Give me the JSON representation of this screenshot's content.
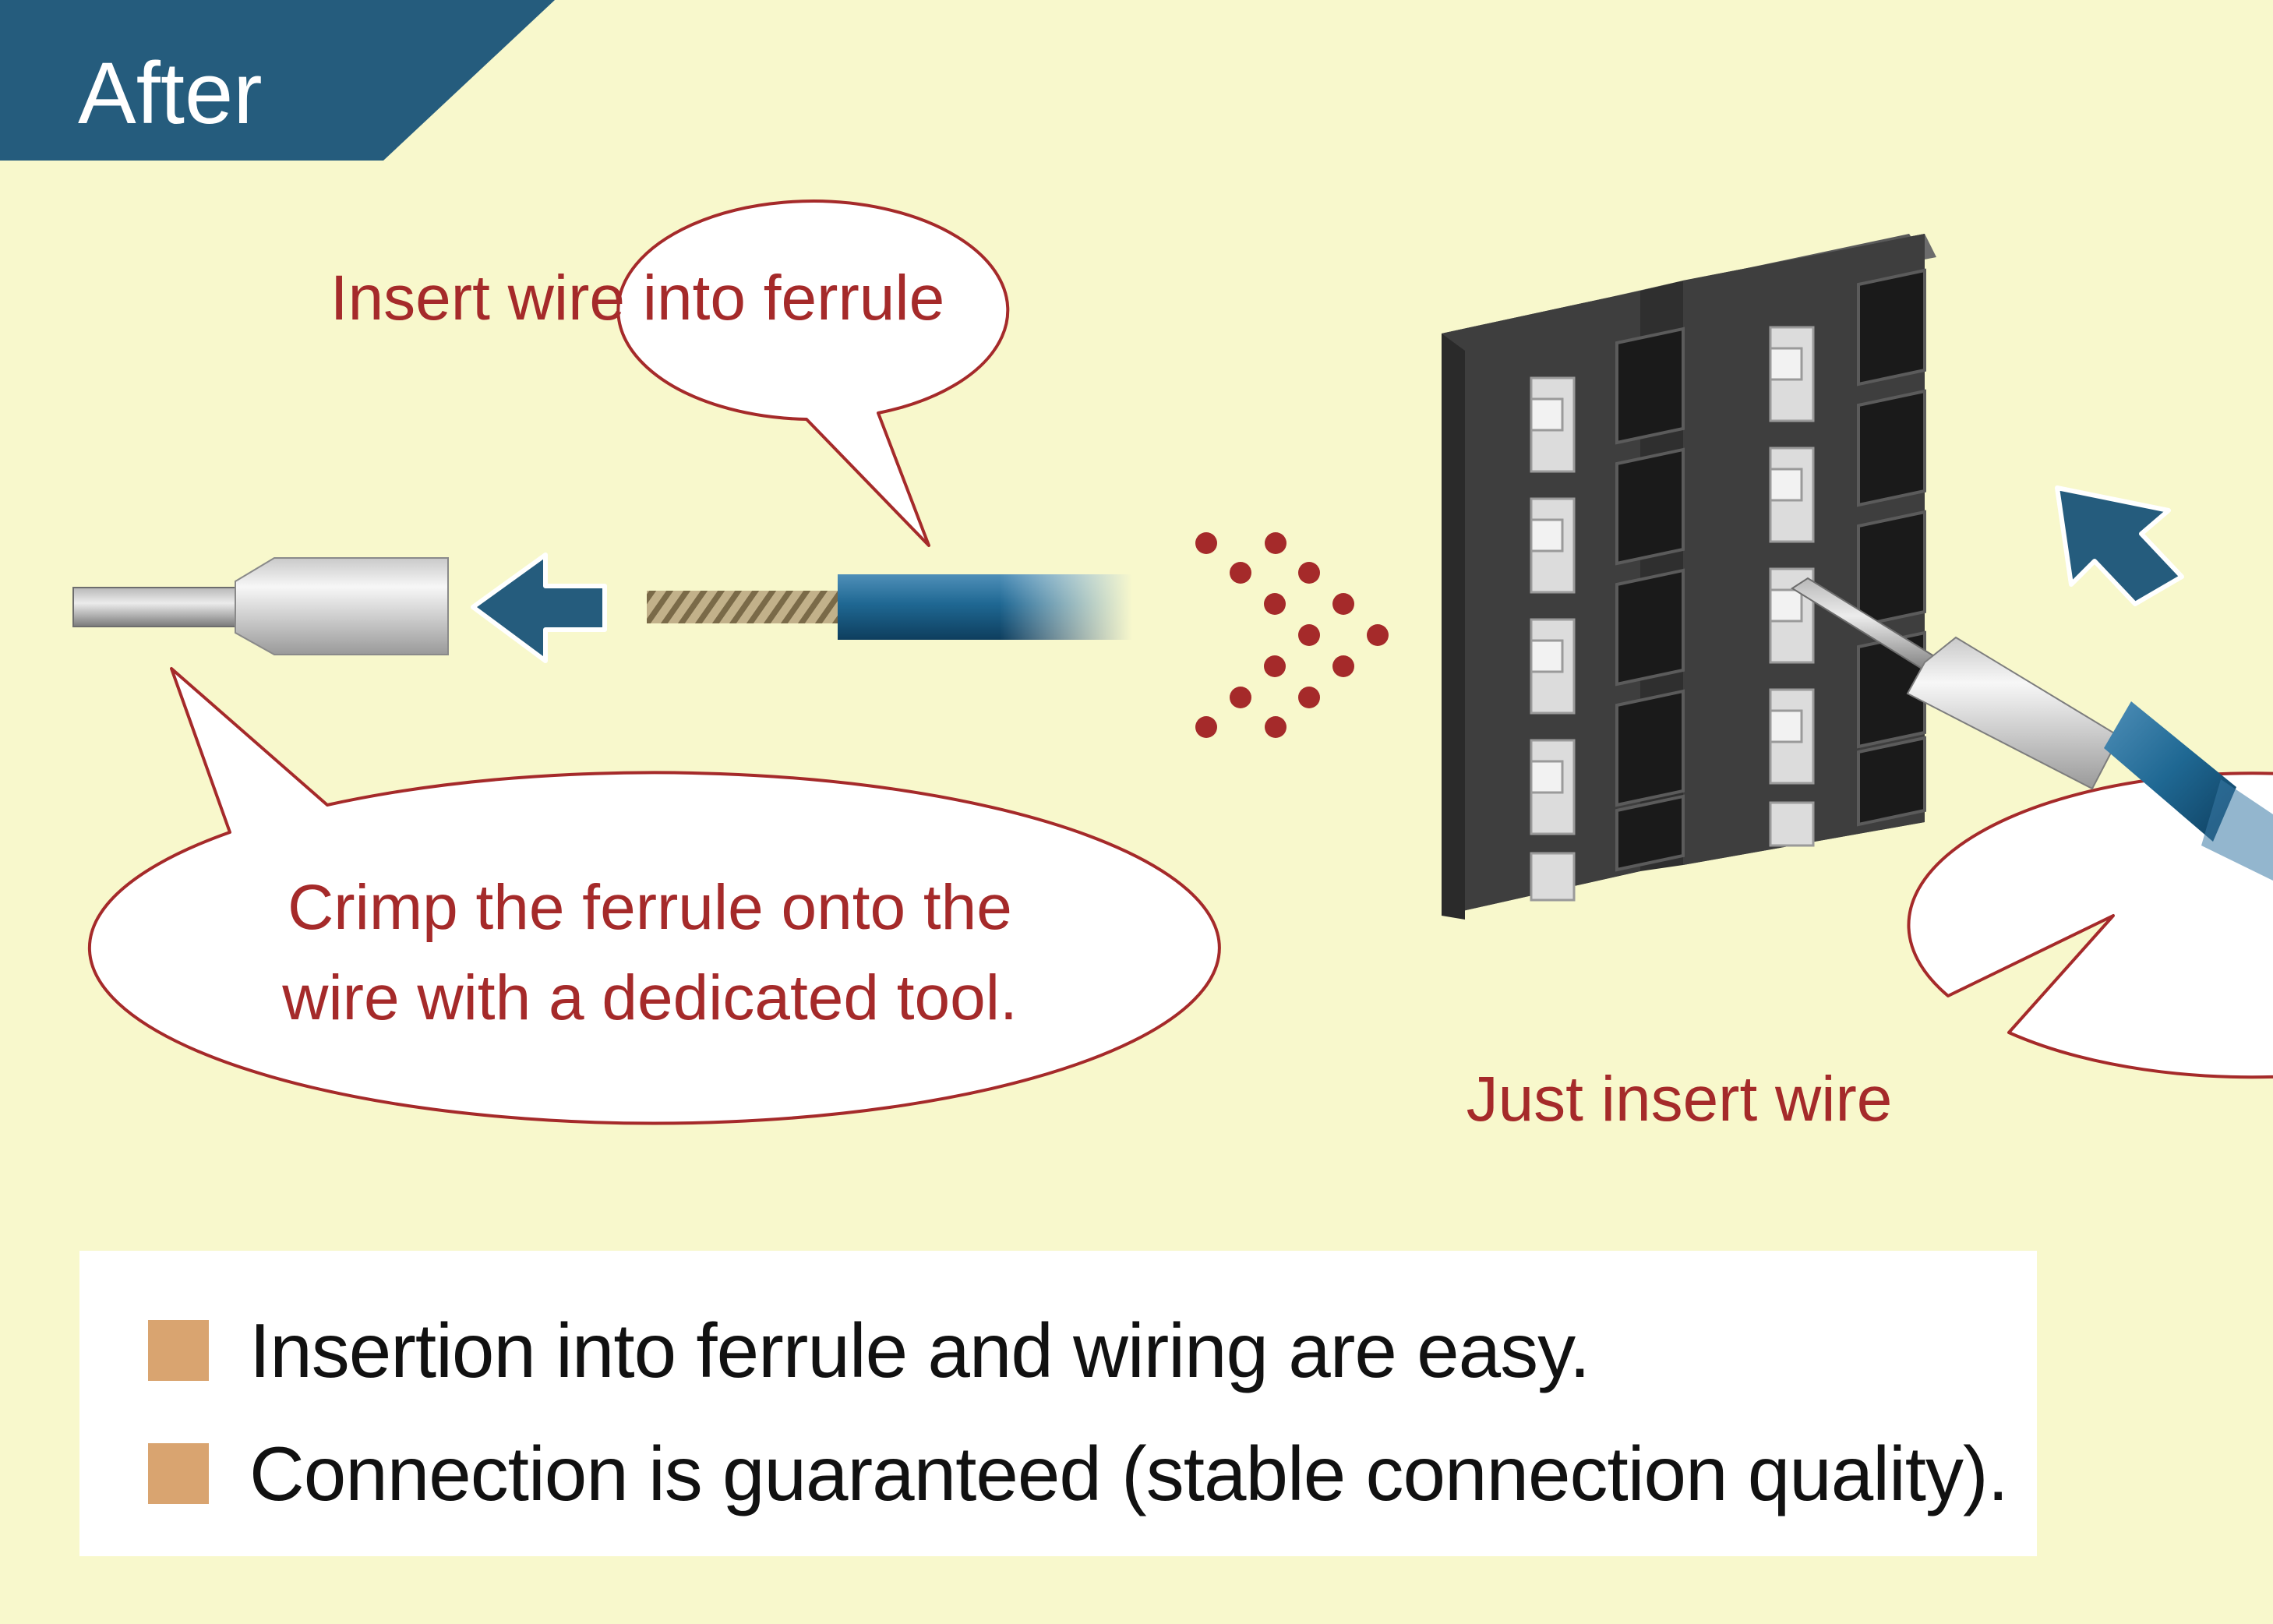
{
  "header": {
    "label": "After"
  },
  "callouts": {
    "insert_wire": "Insert wire into ferrule",
    "crimp_line1": "Crimp the ferrule onto the",
    "crimp_line2": "wire with a dedicated tool.",
    "just_insert": "Just insert wire"
  },
  "summary": {
    "points": [
      "Insertion into ferrule and wiring are easy.",
      "Connection is guaranteed (stable connection quality)."
    ]
  },
  "colors": {
    "background": "#f8f8cc",
    "header": "#255c7d",
    "callout_text": "#a52a2a",
    "arrow": "#255c7d",
    "bullet": "#d9a470",
    "block": "#3e3e3e"
  },
  "icons": [
    "left-arrow-icon",
    "insert-arrow-icon",
    "dotted-chevron-icon"
  ]
}
